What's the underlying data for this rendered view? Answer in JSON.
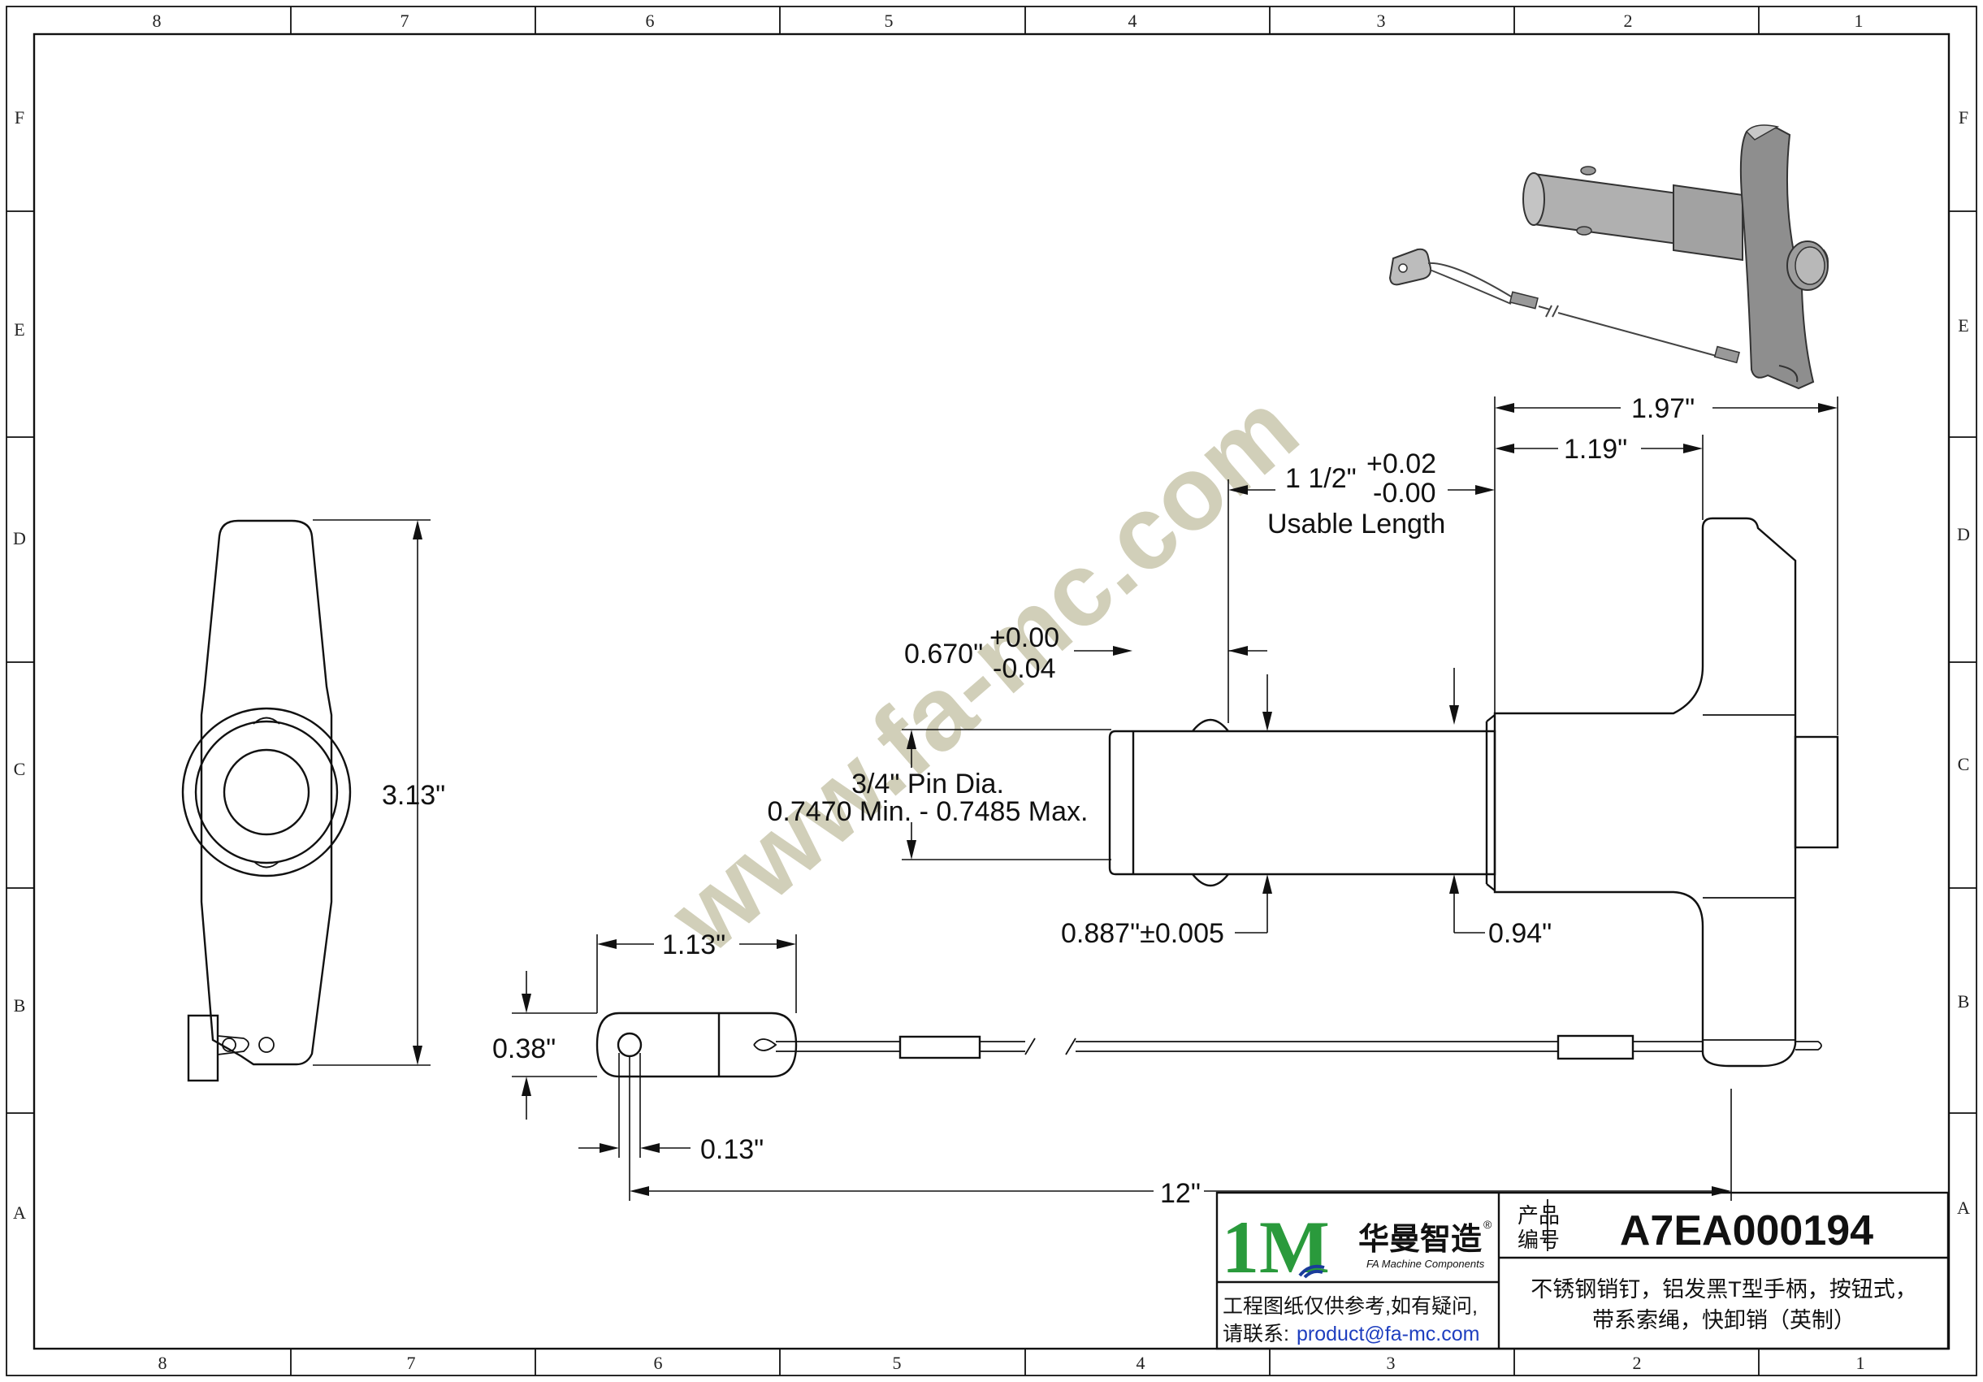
{
  "zones": {
    "columns": [
      "8",
      "7",
      "6",
      "5",
      "4",
      "3",
      "2",
      "1"
    ],
    "rows": [
      "F",
      "E",
      "D",
      "C",
      "B",
      "A"
    ]
  },
  "watermark": "www.fa-mc.com",
  "dimensions": {
    "overall_length": "1.97\"",
    "handle_offset": "1.19\"",
    "usable_length_value": "1 1/2\"",
    "usable_tol_plus": "+0.02",
    "usable_tol_minus": "-0.00",
    "usable_length_label": "Usable Length",
    "ball_offset_value": "0.670\"",
    "ball_tol_plus": "+0.00",
    "ball_tol_minus": "-0.04",
    "pin_dia_line1": "3/4\" Pin Dia.",
    "pin_dia_line2": "0.7470 Min. - 0.7485 Max.",
    "ball_dia": "0.887\"±0.005",
    "shoulder_dia": "0.94\"",
    "handle_height": "3.13\"",
    "tab_length": "1.13\"",
    "tab_width": "0.38\"",
    "hole_dia": "0.13\"",
    "lanyard_length": "12\""
  },
  "title_block": {
    "brand_mark": "1M",
    "company_cn": "华曼智造",
    "registered": "®",
    "company_en": "FA Machine Components",
    "product_label_line1": "产品",
    "product_label_line2": "编号",
    "part_number": "A7EA000194",
    "description_line1": "不锈钢销钉，铝发黑T型手柄，按钮式，",
    "description_line2": "带系索绳，快卸销（英制）",
    "notice_line1": "工程图纸仅供参考,如有疑问,",
    "notice_line2_prefix": "请联系:",
    "email": "product@fa-mc.com"
  },
  "colors": {
    "line": "#111111",
    "watermark": "#c9c7ad",
    "brand_green": "#2a9a3c",
    "brand_blue": "#1a3c9a",
    "email_blue": "#1f3fbf"
  }
}
